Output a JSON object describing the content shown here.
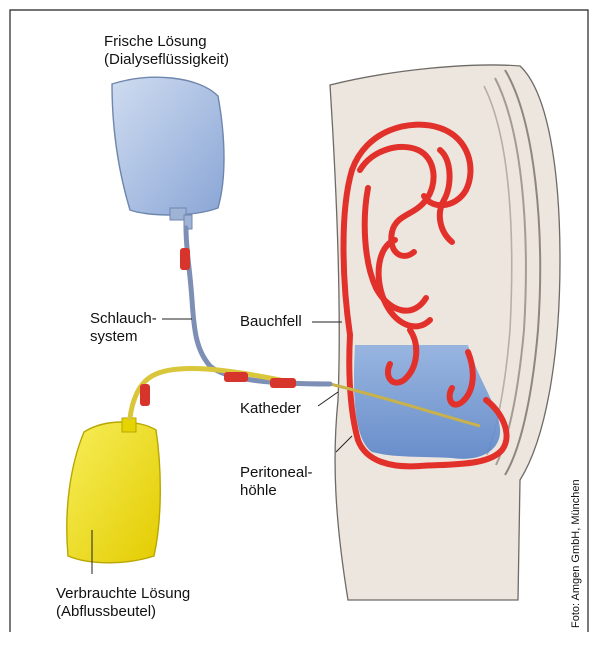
{
  "labels": {
    "fresh_line1": "Frische Lösung",
    "fresh_line2": "(Dialyseflüssigkeit)",
    "tube_line1": "Schlauch-",
    "tube_line2": "system",
    "bauchfell": "Bauchfell",
    "katheder": "Katheder",
    "cavity_line1": "Peritoneal-",
    "cavity_line2": "höhle",
    "used_line1": "Verbrauchte Lösung",
    "used_line2": "(Abflussbeutel)"
  },
  "credit": "Foto: Amgen GmbH, München",
  "colors": {
    "fresh_bag": "#a9bfe0",
    "used_bag": "#f2e21a",
    "intestine": "#e2302a",
    "fluid": "#6f97d4",
    "body": "#ece6df"
  }
}
